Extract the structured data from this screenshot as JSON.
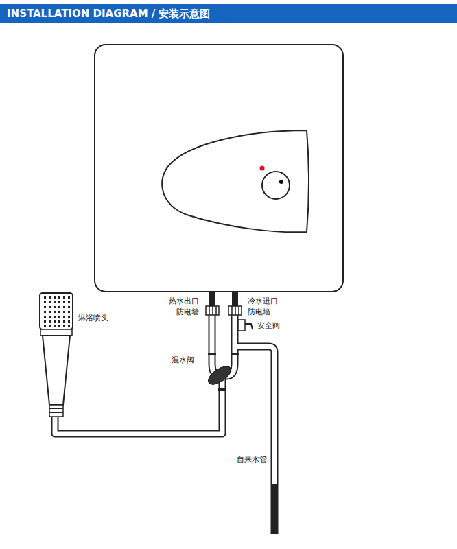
{
  "diagram": {
    "title": "INSTALLATION DIAGRAM / 安装示意图",
    "labels": [
      "淋浴喷头",
      "热水出口",
      "防电墙",
      "冷水进口",
      "防电墙",
      "安全阀",
      "混水阀",
      "自来水管"
    ]
  }
}
